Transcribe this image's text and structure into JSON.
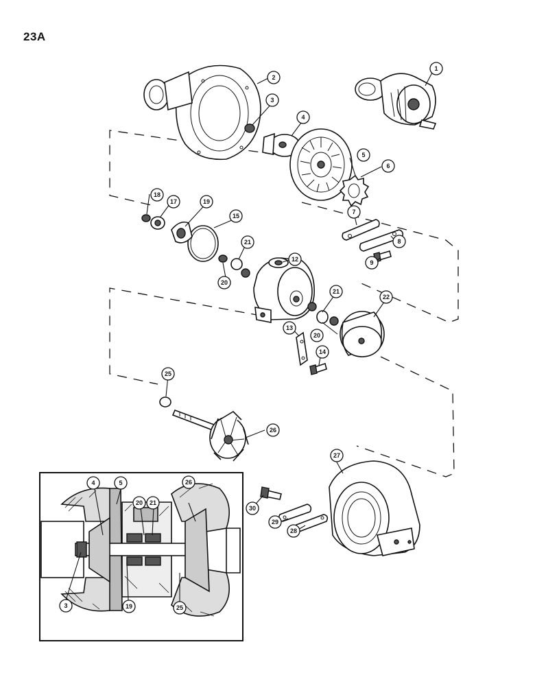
{
  "page_number": "23A",
  "callouts": {
    "p1": "1",
    "p2": "2",
    "p3": "3",
    "p4": "4",
    "p5": "5",
    "p6": "6",
    "p7": "7",
    "p8": "8",
    "p9": "9",
    "p12": "12",
    "p13": "13",
    "p14": "14",
    "p15": "15",
    "p17": "17",
    "p18": "18",
    "p19": "19",
    "p20a": "20",
    "p20b": "20",
    "p21a": "21",
    "p21b": "21",
    "p22": "22",
    "p25": "25",
    "p26": "26",
    "p27": "27",
    "p28": "28",
    "p29": "29",
    "p30": "30"
  },
  "inset_callouts": {
    "i4": "4",
    "i5": "5",
    "i20": "20",
    "i21": "21",
    "i26": "26",
    "i3": "3",
    "i19": "19",
    "i25": "25"
  }
}
